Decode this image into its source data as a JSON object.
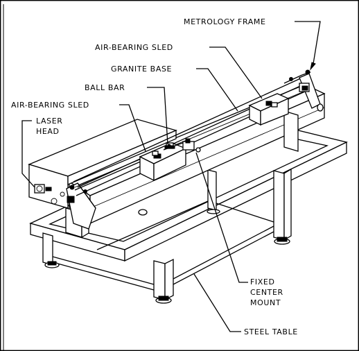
{
  "labels": {
    "metrology_frame": "METROLOGY FRAME",
    "air_bearing_sled_top": "AIR-BEARING SLED",
    "granite_base": "GRANITE BASE",
    "ball_bar": "BALL BAR",
    "air_bearing_sled_left": "AIR-BEARING SLED",
    "laser_head_line1": "LASER",
    "laser_head_line2": "HEAD",
    "fixed_center_mount_line1": "FIXED",
    "fixed_center_mount_line2": "CENTER",
    "fixed_center_mount_line3": "MOUNT",
    "steel_table": "STEEL TABLE"
  },
  "colors": {
    "ink": "#000000",
    "paper": "#ffffff"
  }
}
